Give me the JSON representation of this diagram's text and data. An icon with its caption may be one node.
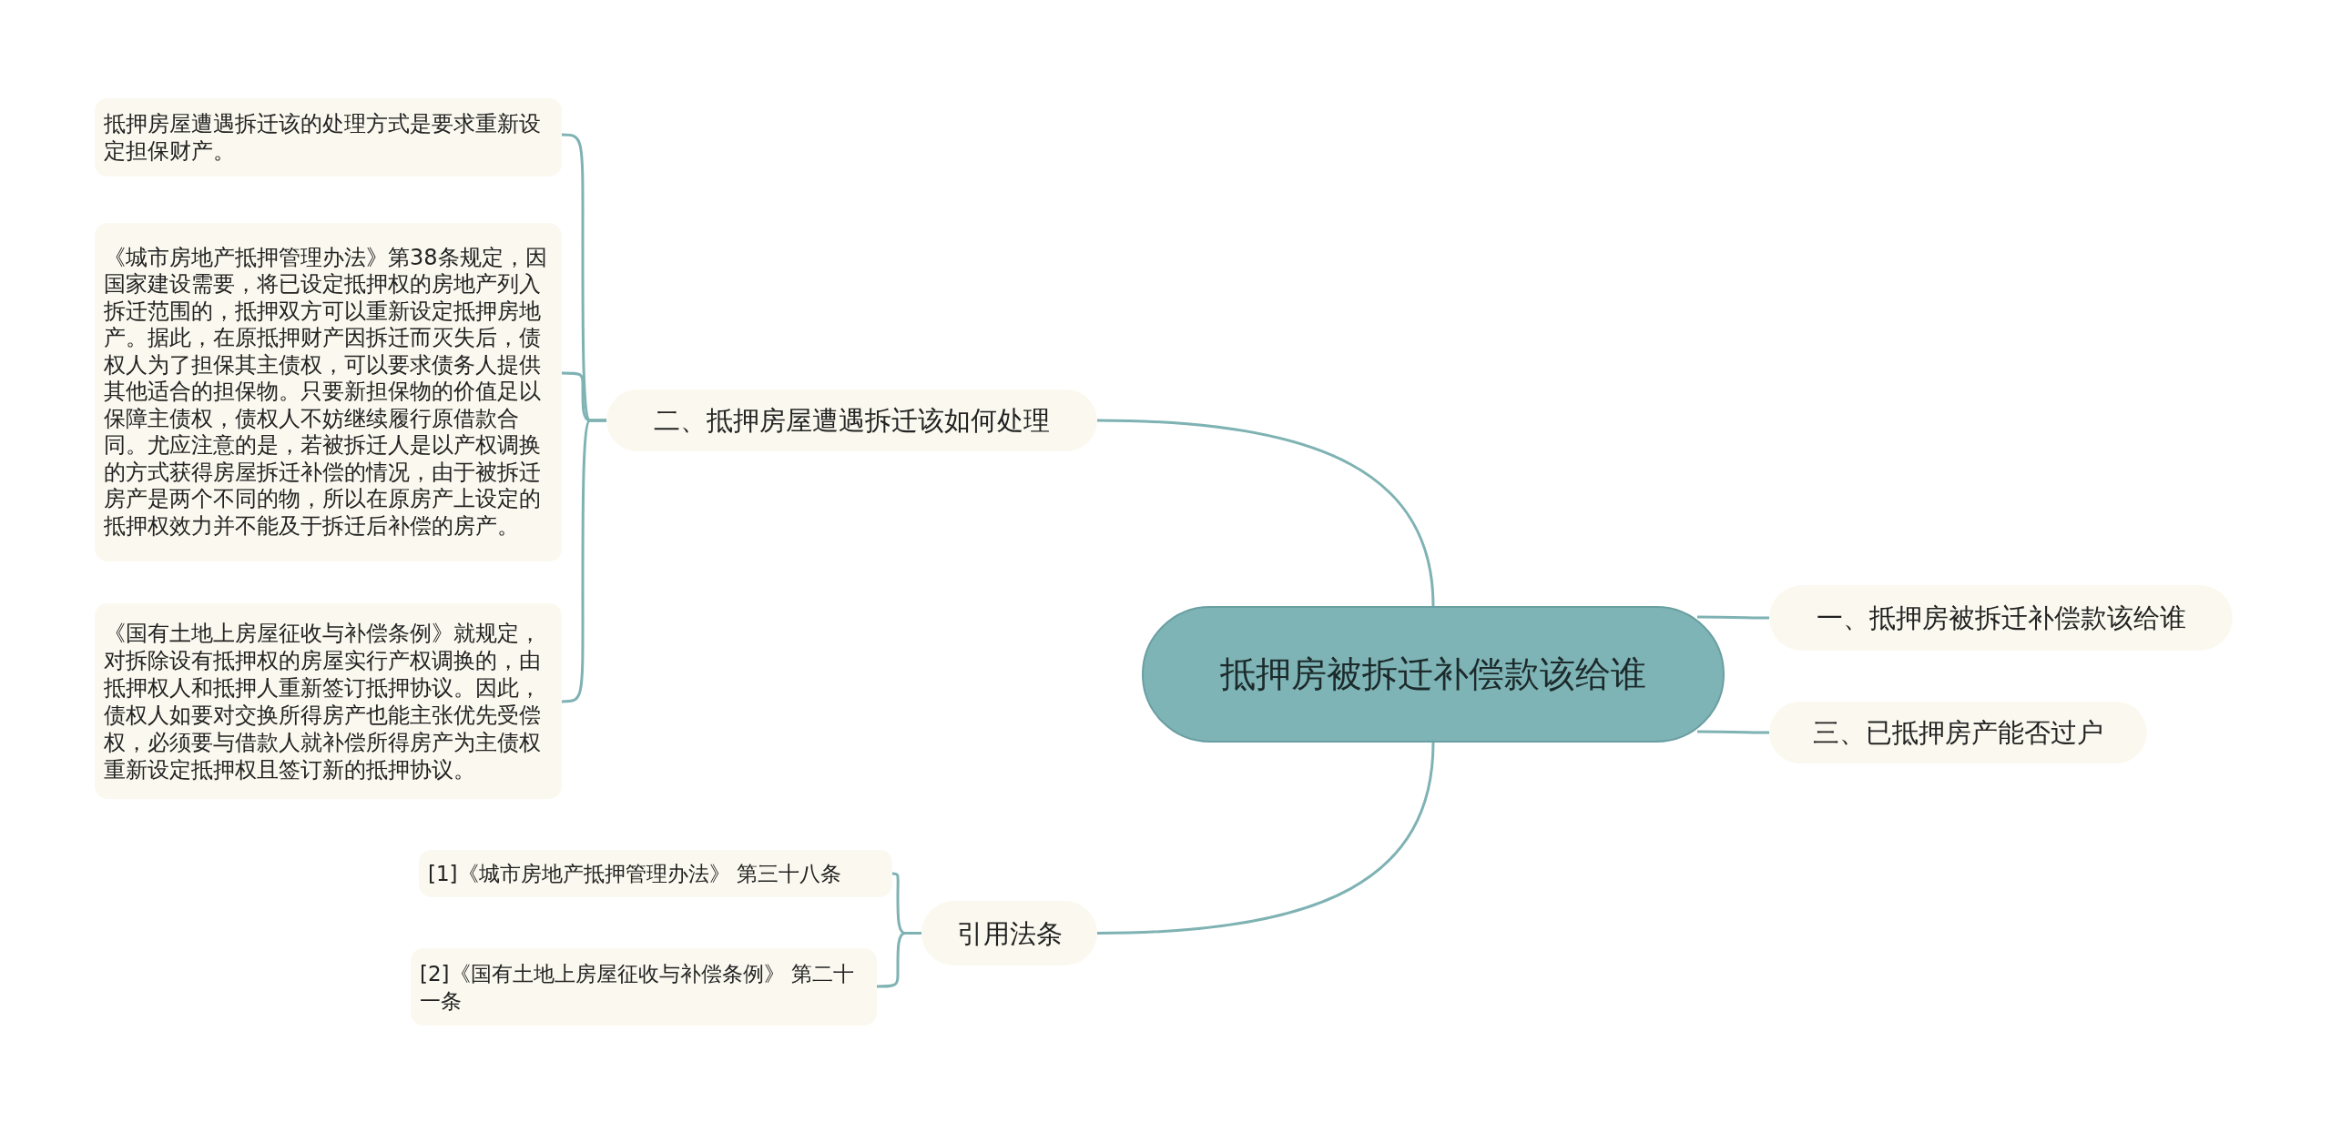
{
  "diagram": {
    "nodes": [
      {
        "text": [
          "抵押房被拆迁补偿款该给谁"
        ]
      },
      {
        "text": [
          "二、抵押房屋遭遇拆迁该如何处理"
        ]
      },
      {
        "text": [
          "抵押房屋遭遇拆迁该的处理方式是要求重新设定担保财产。"
        ]
      },
      {
        "text": [
          "《城市房地产抵押管理办法》第38条规定，因国家建设需要，将已设定抵押权的房地产列入拆迁范围的，抵押双方可以重新设定抵押房地产。据此，在原抵押财产因拆迁而灭失后，债权人为了担保其主债权，可以要求债务人提供其他适合的担保物。只要新担保物的价值足以保障主债权，债权人不妨继续履行原借款合同。尤应注意的是，若被拆迁人是以产权调换的方式获得房屋拆迁补偿的情况，由于被拆迁房产是两个不同的物，所以在原房产上设定的抵押权效力并不能及于拆迁后补偿的房产。"
        ]
      },
      {
        "text": [
          "《国有土地上房屋征收与补偿条例》就规定，对拆除设有抵押权的房屋实行产权调换的，由抵押权人和抵押人重新签订抵押协议。因此，债权人如要对交换所得房产也能主张优先受偿权，必须要与借款人就补偿所得房产为主债权重新设定抵押权且签订新的抵押协议。"
        ]
      },
      {
        "text": [
          "一、抵押房被拆迁补偿款该给谁"
        ]
      },
      {
        "text": [
          "三、已抵押房产能否过户"
        ]
      },
      {
        "text": [
          "引用法条"
        ]
      },
      {
        "text": [
          "[1]《城市房地产抵押管理办法》 第三十八条"
        ]
      },
      {
        "text": [
          "[2]《国有土地上房屋征收与补偿条例》 第二十一条"
        ]
      }
    ],
    "edges": [
      {
        "from": 0,
        "to": 1,
        "arrow": "none"
      },
      {
        "from": 1,
        "to": 2,
        "arrow": "none"
      },
      {
        "from": 1,
        "to": 3,
        "arrow": "none"
      },
      {
        "from": 1,
        "to": 4,
        "arrow": "none"
      },
      {
        "from": 0,
        "to": 5,
        "arrow": "none"
      },
      {
        "from": 0,
        "to": 6,
        "arrow": "none"
      },
      {
        "from": 0,
        "to": 7,
        "arrow": "none"
      },
      {
        "from": 7,
        "to": 8,
        "arrow": "none"
      },
      {
        "from": 7,
        "to": 9,
        "arrow": "none"
      }
    ]
  }
}
